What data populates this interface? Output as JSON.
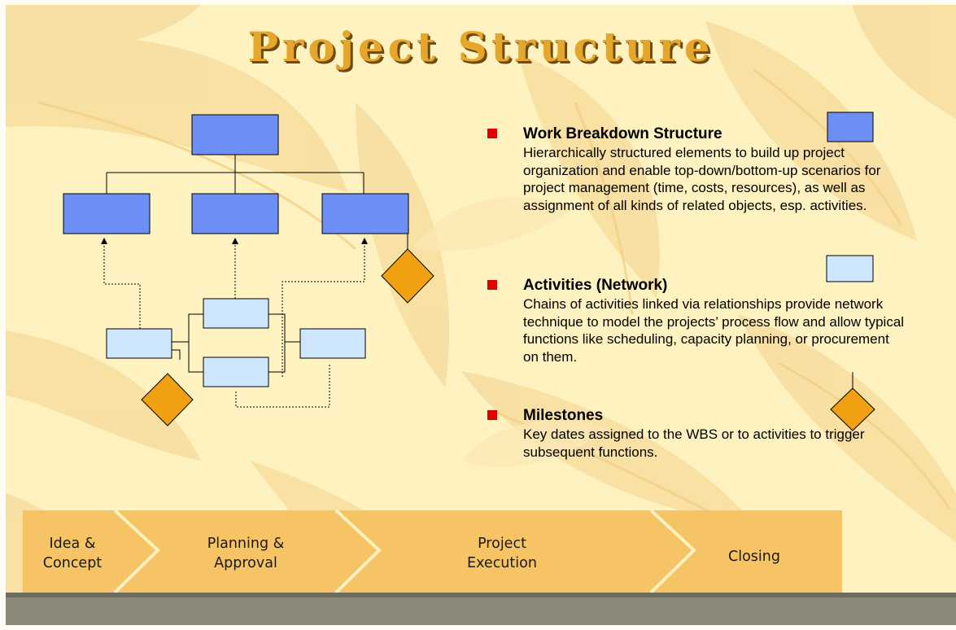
{
  "title": "Project Structure",
  "bullets": [
    {
      "heading": "Work Breakdown Structure",
      "body": "Hierarchically structured elements to build up project organization and enable top-down/bottom-up scenarios for project management (time, costs, resources), as well as assignment of all kinds of related objects, esp. activities.",
      "legend_icon": "wbs-element-icon"
    },
    {
      "heading": "Activities (Network)",
      "body": "Chains of activities linked via relationships provide network technique to model the projects’ process flow and allow typical functions like scheduling, capacity planning, or procurement on them.",
      "legend_icon": "activity-icon"
    },
    {
      "heading": "Milestones",
      "body": "Key dates assigned to the WBS or to activities to trigger subsequent functions.",
      "legend_icon": "milestone-icon"
    }
  ],
  "phases": [
    "Idea & Concept",
    "Planning & Approval",
    "Project Execution",
    "Closing"
  ],
  "colors": {
    "background": "#fdf2c0",
    "title": "#e5a62a",
    "wbs_element": "#6b8ff5",
    "activity": "#cfe6ff",
    "milestone": "#f0a010",
    "bullet": "#e00000",
    "phase_arrow": "#f7c465",
    "bottom_bar": "#8a8876"
  }
}
